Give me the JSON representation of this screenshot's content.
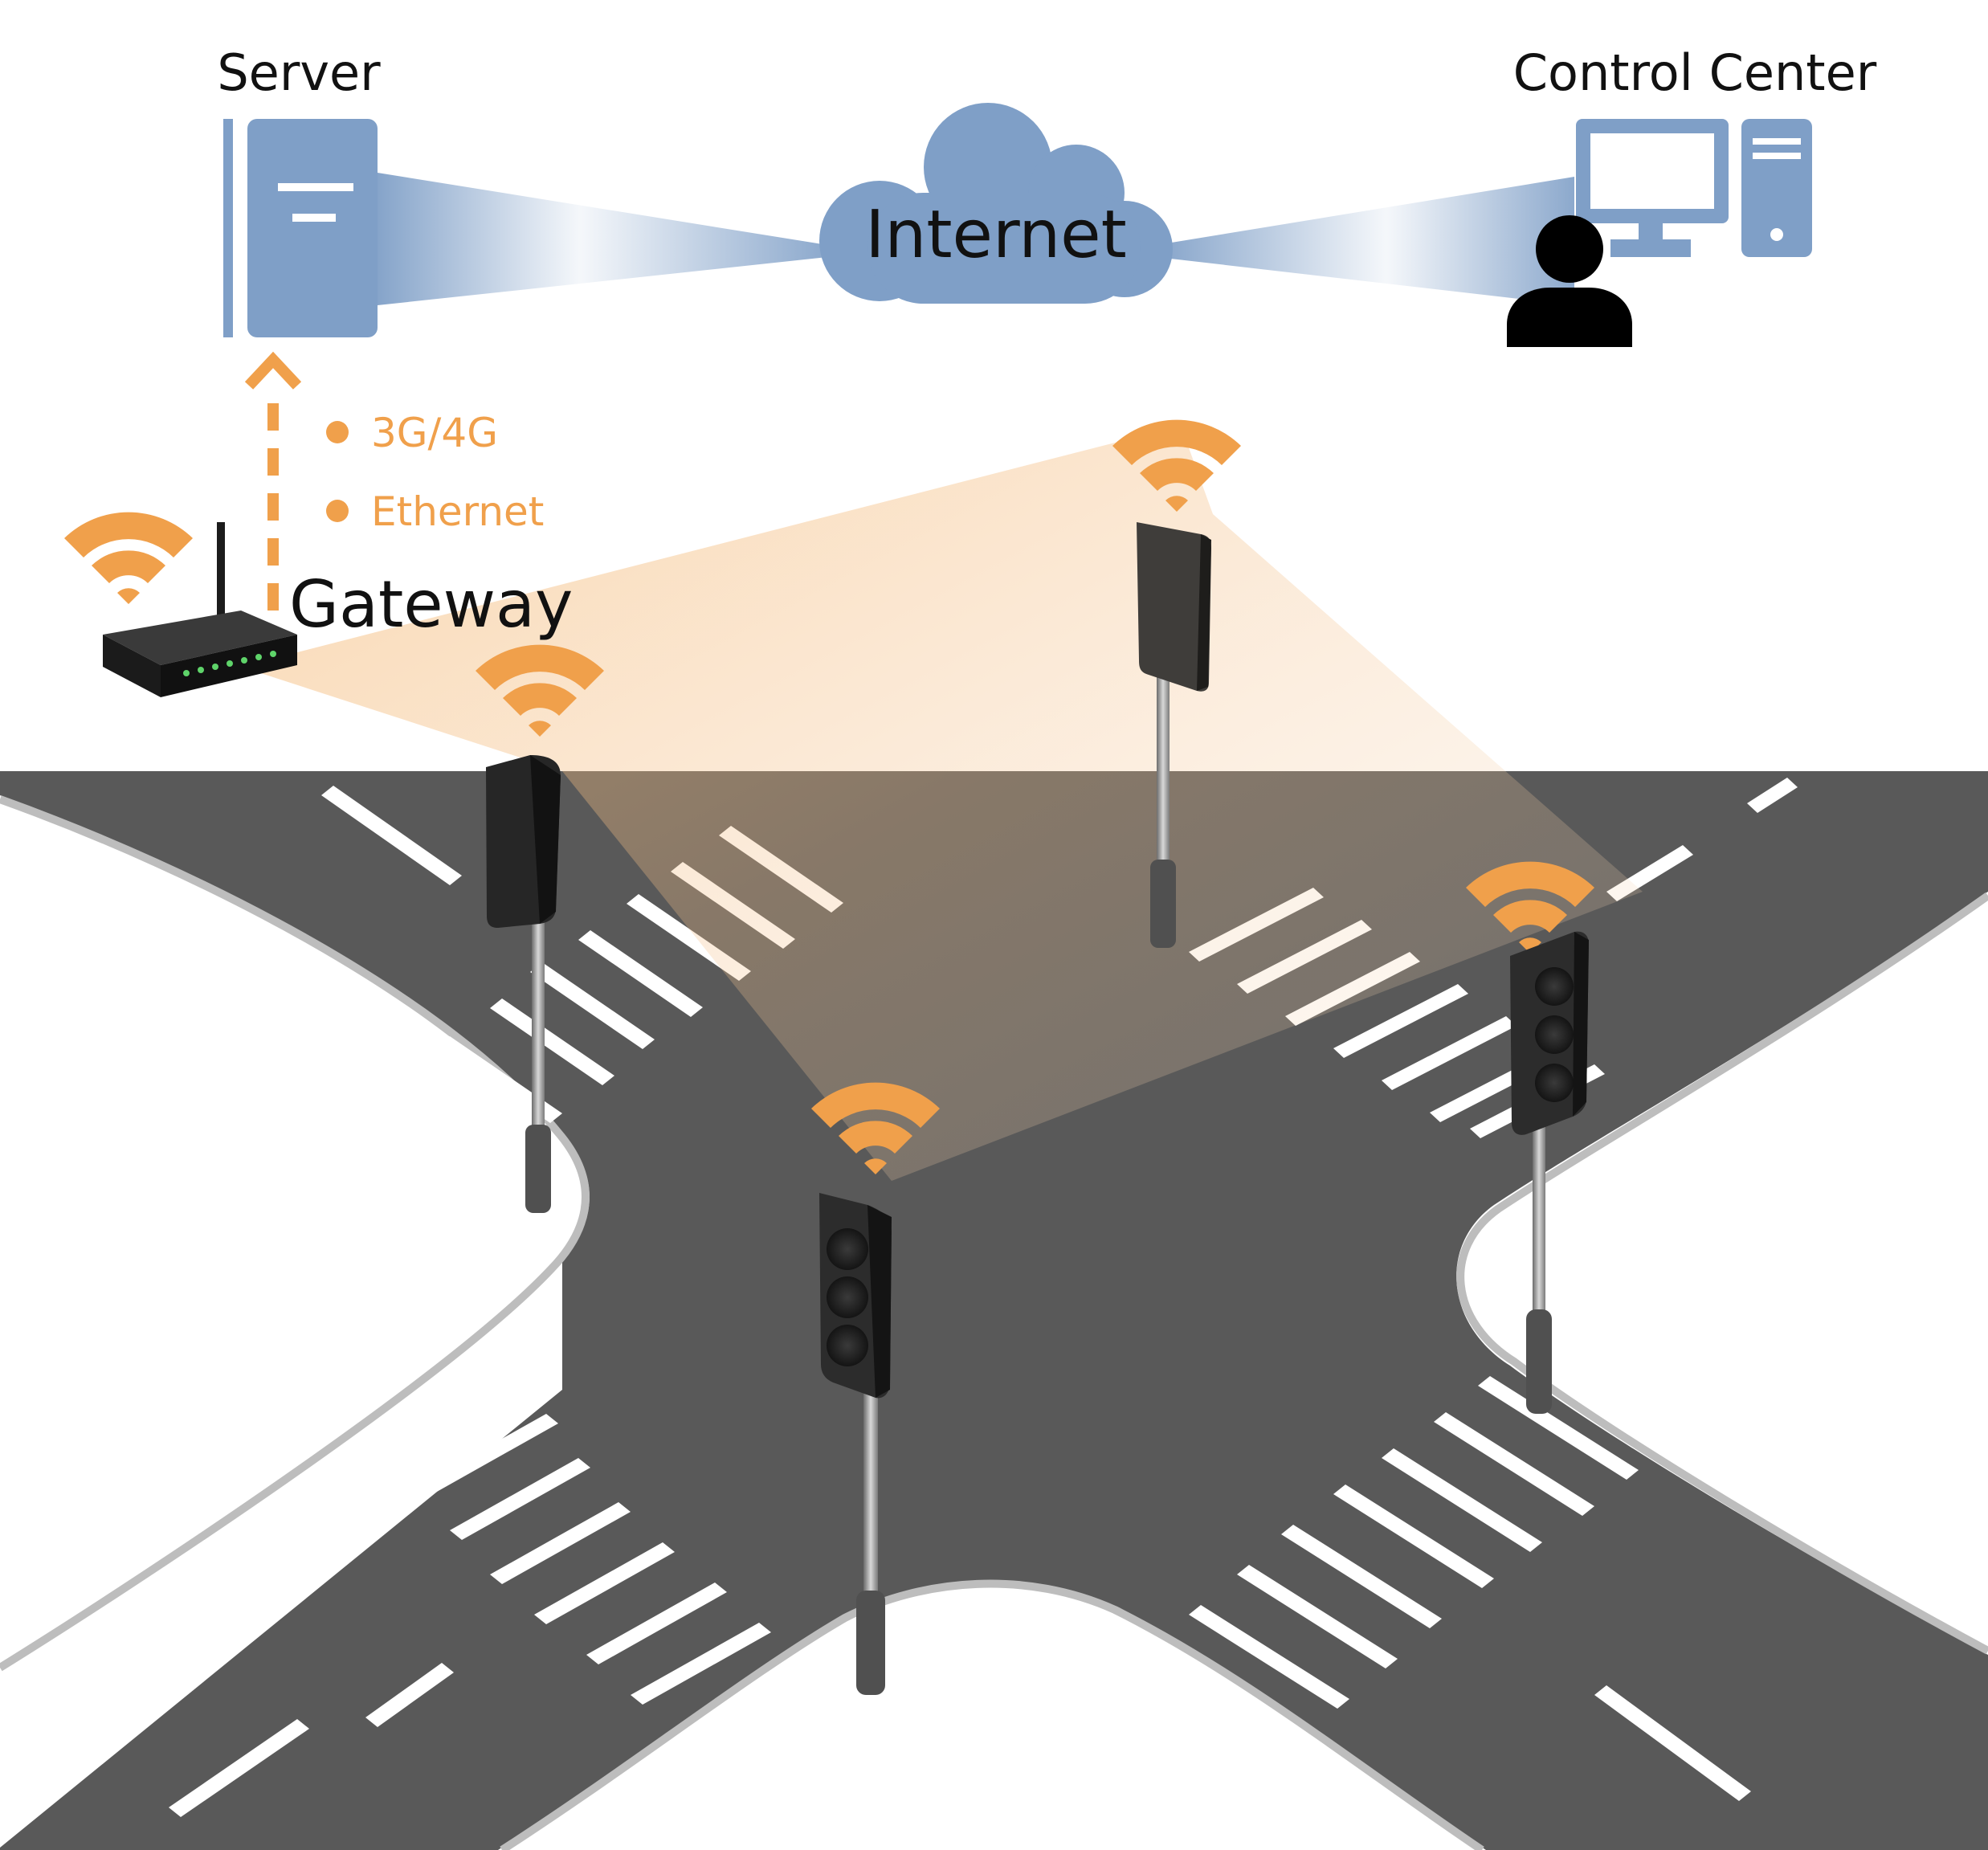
{
  "labels": {
    "server": "Server",
    "control_center": "Control Center",
    "internet": "Internet",
    "gateway": "Gateway"
  },
  "connectivity_options": [
    "3G/4G",
    "Ethernet"
  ],
  "colors": {
    "device_blue": "#7f9fc7",
    "signal_orange": "#f0a04b",
    "road_gray": "#585858",
    "lane_white": "#ffffff",
    "person_black": "#000000"
  },
  "icons": [
    "server-icon",
    "cloud-icon",
    "computer-icon",
    "person-icon",
    "router-icon",
    "wifi-icon",
    "traffic-light-icon"
  ]
}
